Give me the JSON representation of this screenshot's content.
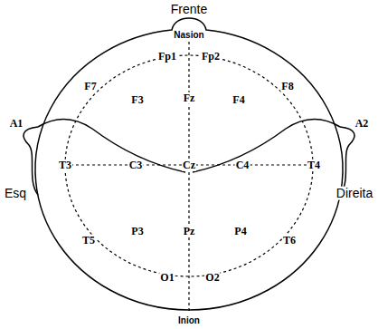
{
  "diagram": {
    "labels": [
      "Frente",
      "Nasion",
      "Fp1",
      "Fp2",
      "F7",
      "F3",
      "Fz",
      "F4",
      "F8",
      "A1",
      "T3",
      "C3",
      "Cz",
      "C4",
      "T4",
      "A2",
      "Esq",
      "Direita",
      "P3",
      "Pz",
      "P4",
      "T5",
      "T6",
      "O1",
      "O2",
      "Inion"
    ]
  }
}
